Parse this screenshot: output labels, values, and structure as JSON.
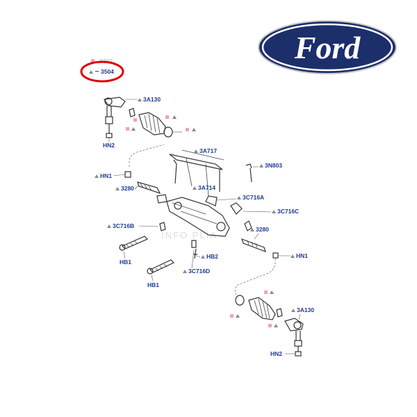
{
  "brand": {
    "logo_text": "Ford",
    "logo_fill": "#1c2f6b",
    "logo_ring": "#ffffff"
  },
  "highlight": {
    "color": "#e00000",
    "codes": [
      "3332",
      "3504"
    ]
  },
  "colors": {
    "label": "#1f3a93",
    "triangle": "#888888",
    "pink_marker": "#f2a0bf"
  },
  "watermark": "INFO PLIA",
  "labels": {
    "l_3332": "3332",
    "l_3504": "3504",
    "l_3a130_top": "3A130",
    "l_hn2_top": "HN2",
    "l_3a717": "3A717",
    "l_3n803": "3N803",
    "l_hn1_left": "HN1",
    "l_3a714": "3A714",
    "l_3280_left": "3280",
    "l_3c716a": "3C716A",
    "l_3c716c": "3C716C",
    "l_3c716b": "3C716B",
    "l_3280_right": "3280",
    "l_hb2": "HB2",
    "l_hn1_right": "HN1",
    "l_hb1_left": "HB1",
    "l_hb1_mid": "HB1",
    "l_3c716d": "3C716D",
    "l_3a130_bottom": "3A130",
    "l_hn2_bottom": "HN2"
  }
}
